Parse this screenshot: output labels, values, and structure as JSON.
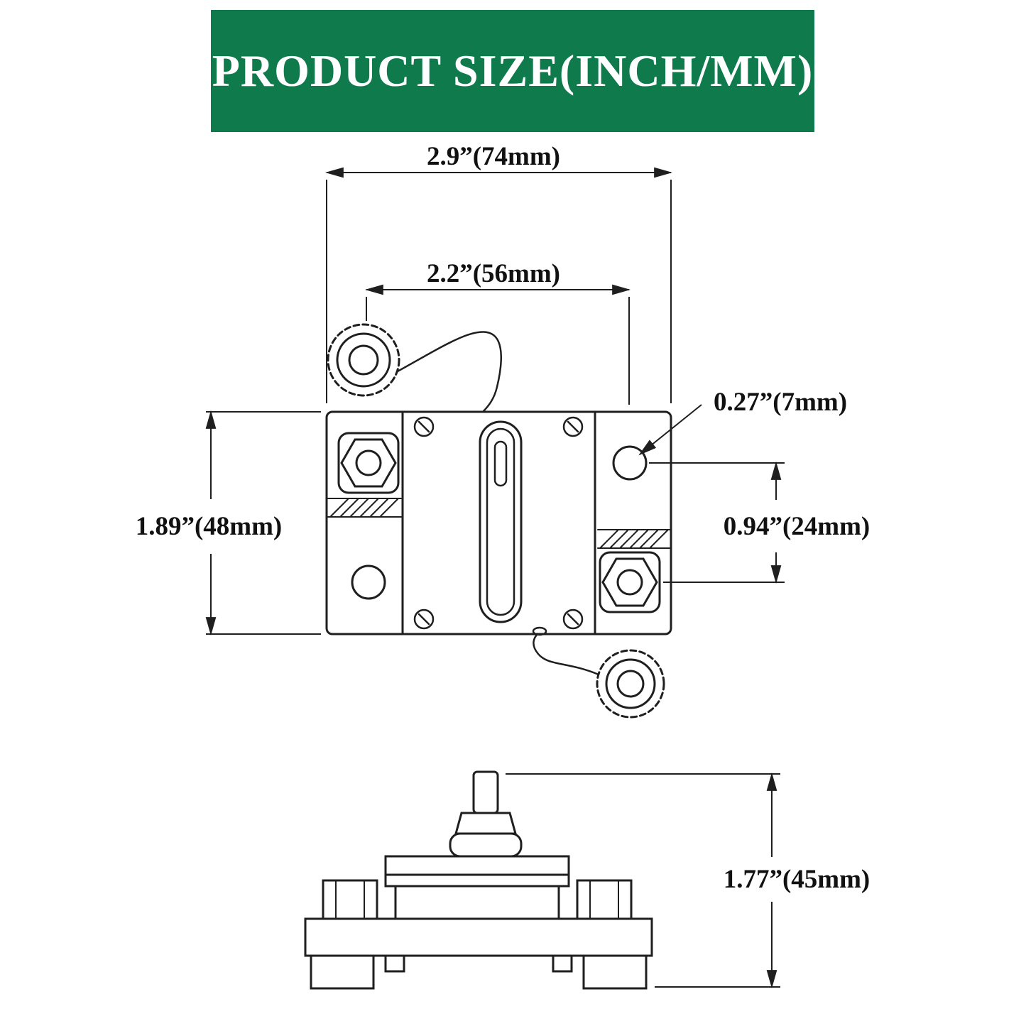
{
  "header": {
    "title": "PRODUCT SIZE(INCH/MM)"
  },
  "colors": {
    "header_bg": "#0f7a4c",
    "header_text": "#ffffff",
    "line": "#1f1f1f",
    "label_text": "#111111"
  },
  "dimensions": {
    "overall_width": "2.9”(74mm)",
    "mount_spacing_width": "2.2”(56mm)",
    "mount_hole_diameter": "0.27”(7mm)",
    "overall_height": "1.89”(48mm)",
    "mount_spacing_height": "0.94”(24mm)",
    "body_height": "1.77”(45mm)"
  }
}
